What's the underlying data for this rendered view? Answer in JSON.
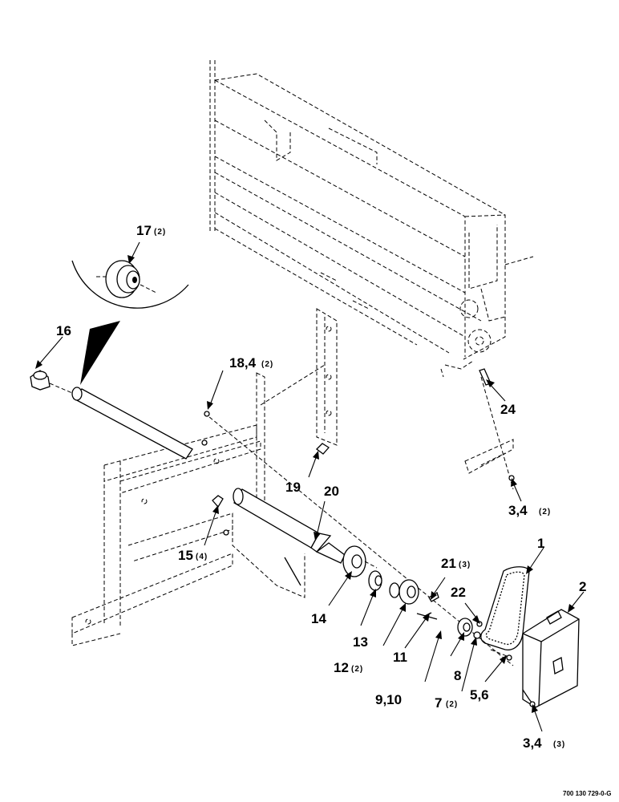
{
  "callouts": [
    {
      "label": "1"
    },
    {
      "label": "2"
    },
    {
      "label": "3,4",
      "qty": "(3)"
    },
    {
      "label": "3,4",
      "qty": "(2)"
    },
    {
      "label": "5,6"
    },
    {
      "label": "7",
      "qty": "(2)"
    },
    {
      "label": "8"
    },
    {
      "label": "9,10"
    },
    {
      "label": "11"
    },
    {
      "label": "12",
      "qty": "(2)"
    },
    {
      "label": "13"
    },
    {
      "label": "14"
    },
    {
      "label": "15",
      "qty": "(4)"
    },
    {
      "label": "16"
    },
    {
      "label": "17",
      "qty": "(2)"
    },
    {
      "label": "18,4",
      "qty": "(2)"
    },
    {
      "label": "19"
    },
    {
      "label": "20"
    },
    {
      "label": "21",
      "qty": "(3)"
    },
    {
      "label": "22"
    },
    {
      "label": "24"
    }
  ],
  "drawing_number": "700 130 729-0-G"
}
